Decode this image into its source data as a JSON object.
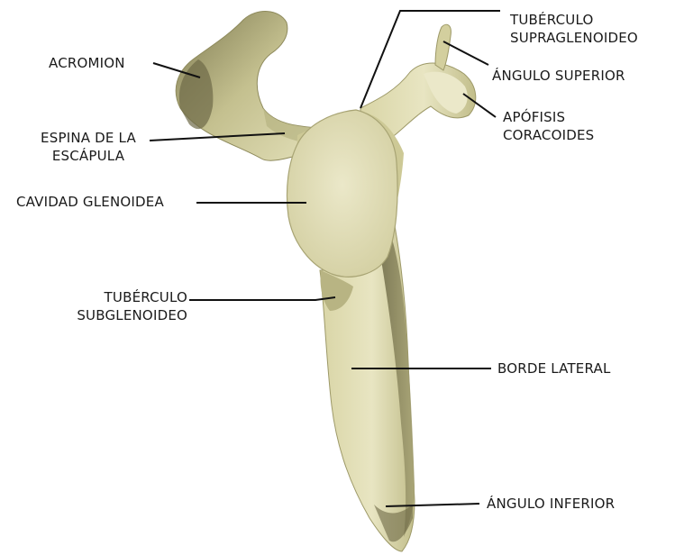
{
  "labels": {
    "acromion": "ACROMION",
    "espina_1": "ESPINA DE LA",
    "espina_2": "ESCÁPULA",
    "cavidad": "CAVIDAD GLENOIDEA",
    "sub_1": "TUBÉRCULO",
    "sub_2": "SUBGLENOIDEO",
    "supra_1": "TUBÉRCULO",
    "supra_2": "SUPRAGLENOIDEO",
    "angulo_superior": "ÁNGULO SUPERIOR",
    "apofisis_1": "APÓFISIS",
    "apofisis_2": "CORACOIDES",
    "borde_lateral": "BORDE LATERAL",
    "angulo_inferior": "ÁNGULO INFERIOR"
  },
  "colors": {
    "bone_light": "#e6e3bd",
    "bone_mid": "#cfcb98",
    "bone_shadow": "#8e8a5c",
    "bone_dark": "#5e5a3a",
    "leader": "#111111"
  }
}
